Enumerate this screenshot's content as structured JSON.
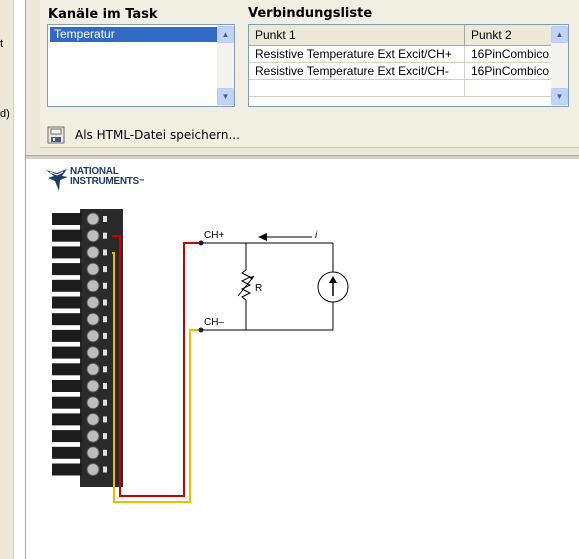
{
  "left_fragments": [
    "t",
    "d)"
  ],
  "channels": {
    "label": "Kanäle im Task",
    "items": [
      "Temperatur"
    ]
  },
  "connections": {
    "label": "Verbindungsliste",
    "columns": [
      "Punkt 1",
      "Punkt 2"
    ],
    "rows": [
      [
        "Resistive Temperature Ext Excit/CH+",
        "16PinCombico"
      ],
      [
        "Resistive Temperature Ext Excit/CH-",
        "16PinCombico"
      ]
    ]
  },
  "save_html_label": "Als HTML-Datei speichern...",
  "logo": {
    "line1": "NATIONAL",
    "line2": "INSTRUMENTS",
    "mark": "™"
  },
  "diagram": {
    "ch_plus": "CH+",
    "ch_minus": "CH–",
    "resistor": "R",
    "current": "i",
    "wire_colors": {
      "plus": "#cc0000",
      "minus": "#e8c000"
    }
  }
}
